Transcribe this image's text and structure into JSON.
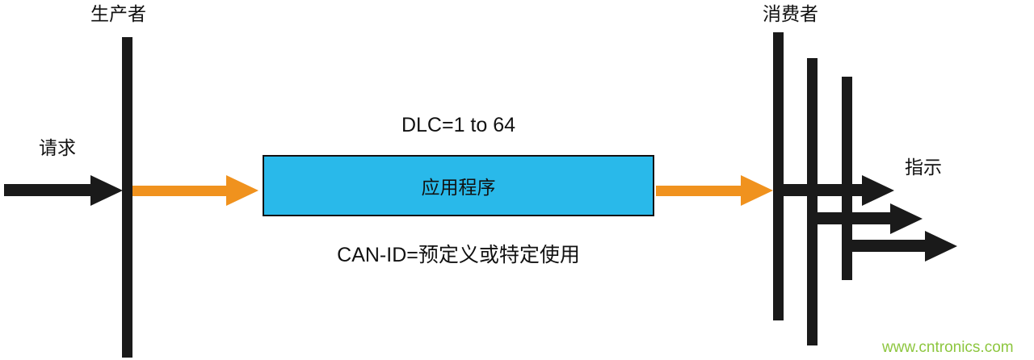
{
  "diagram": {
    "producer": {
      "label": "生产者"
    },
    "consumer": {
      "label": "消费者"
    },
    "request": {
      "label": "请求"
    },
    "indication": {
      "label": "指示"
    },
    "dlc": {
      "label": "DLC=1 to 64"
    },
    "app_box": {
      "label": "应用程序"
    },
    "can_id": {
      "label": "CAN-ID=预定义或特定使用"
    },
    "watermark": {
      "label": "www.cntronics.com"
    }
  },
  "colors": {
    "arrow_orange": "#F0921E",
    "box_fill": "#29B9EA",
    "box_border": "#111111",
    "bar_black": "#1A1A1A",
    "text_black": "#111111",
    "watermark_green": "#8DC63F",
    "background": "#FFFFFF"
  }
}
